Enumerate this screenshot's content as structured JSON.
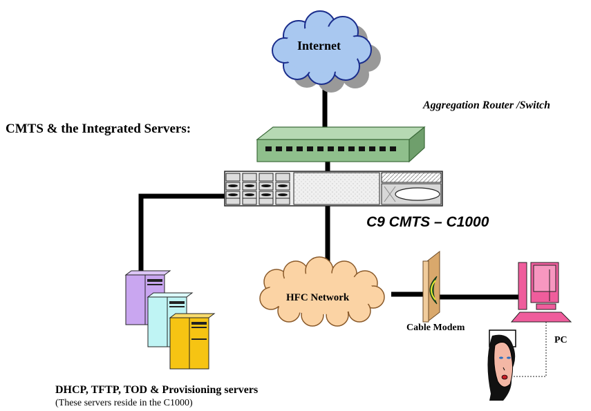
{
  "diagram": {
    "heading": "CMTS & the Integrated Servers:",
    "nodes": {
      "internet": "Internet",
      "router": "Aggregation Router /Switch",
      "cmts": "C9 CMTS – C1000",
      "hfc": "HFC Network",
      "modem": "Cable Modem",
      "pc": "PC",
      "servers": "DHCP, TFTP, TOD & Provisioning servers",
      "servers_note": "(These servers reside in the C1000)"
    },
    "colors": {
      "cloud_internet": "#a9c8f0",
      "cloud_hfc": "#fbd3a4",
      "router_body": "#8fbf8c",
      "cmts_body": "#eeeeee",
      "modem_body": "#f1cc9c",
      "modem_crescent": "#1f5f2a",
      "pc_body": "#ef5d9c",
      "server_purple": "#c9a6f0",
      "server_cyan": "#bff4f4",
      "server_yellow": "#f6c413"
    }
  }
}
